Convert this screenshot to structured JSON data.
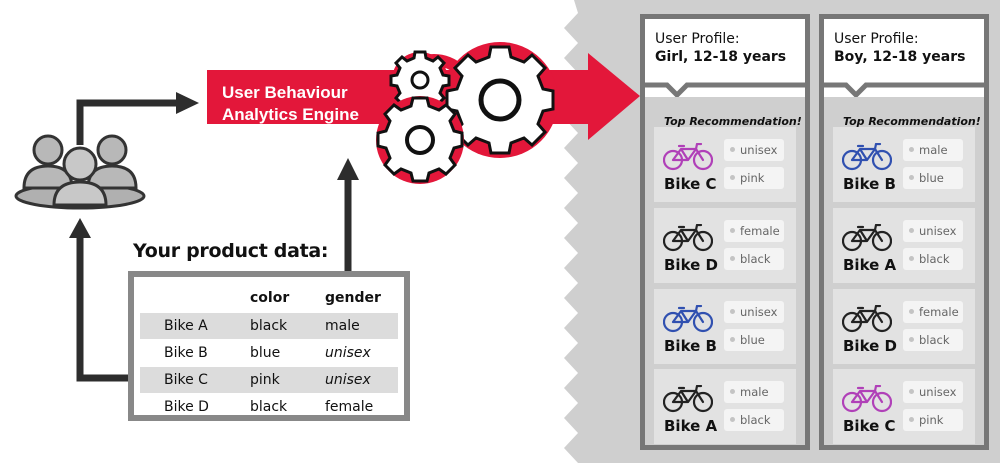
{
  "engine": {
    "title_line1": "User Behaviour",
    "title_line2": "Analytics Engine"
  },
  "product_data": {
    "heading": "Your product data:",
    "columns": [
      "",
      "color",
      "gender"
    ],
    "rows": [
      {
        "name": "Bike A",
        "color": "black",
        "gender": "male",
        "conflict": false
      },
      {
        "name": "Bike B",
        "color": "blue",
        "gender": "unisex",
        "conflict": true
      },
      {
        "name": "Bike C",
        "color": "pink",
        "gender": "unisex",
        "conflict": true
      },
      {
        "name": "Bike D",
        "color": "black",
        "gender": "female",
        "conflict": false
      }
    ]
  },
  "profiles": [
    {
      "line1": "User Profile:",
      "line2": "Girl, 12-18 years",
      "recommendation_label": "Top Recommendation!",
      "items": [
        {
          "name": "Bike C",
          "tags": [
            "unisex",
            "pink"
          ],
          "color": "#b040b8"
        },
        {
          "name": "Bike D",
          "tags": [
            "female",
            "black"
          ],
          "color": "#222222"
        },
        {
          "name": "Bike B",
          "tags": [
            "unisex",
            "blue"
          ],
          "color": "#3050b0"
        },
        {
          "name": "Bike A",
          "tags": [
            "male",
            "black"
          ],
          "color": "#222222"
        }
      ]
    },
    {
      "line1": "User Profile:",
      "line2": "Boy, 12-18 years",
      "recommendation_label": "Top Recommendation!",
      "items": [
        {
          "name": "Bike B",
          "tags": [
            "male",
            "blue"
          ],
          "color": "#3050b0"
        },
        {
          "name": "Bike A",
          "tags": [
            "unisex",
            "black"
          ],
          "color": "#222222"
        },
        {
          "name": "Bike D",
          "tags": [
            "female",
            "black"
          ],
          "color": "#222222"
        },
        {
          "name": "Bike C",
          "tags": [
            "unisex",
            "pink"
          ],
          "color": "#b040b8"
        }
      ]
    }
  ],
  "colors": {
    "accent_red": "#e3173a",
    "arrow_dark": "#2d2d2d",
    "panel_gray": "#cfcfcf",
    "frame_gray": "#777777"
  },
  "icons": [
    "users-group-icon",
    "gears-icon",
    "lightning-icon",
    "bicycle-icon",
    "tag-icon"
  ]
}
